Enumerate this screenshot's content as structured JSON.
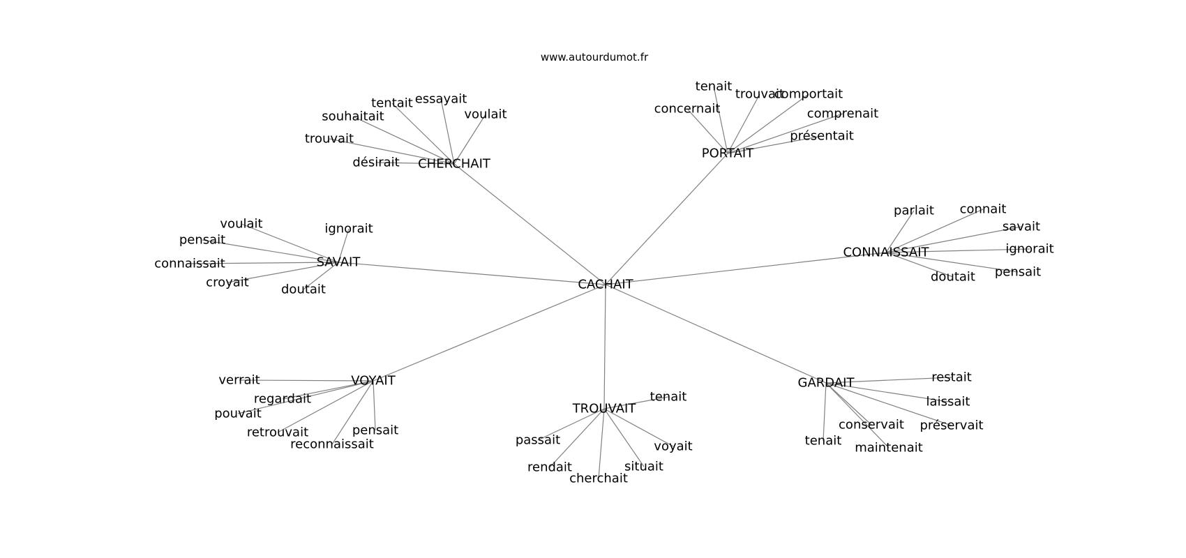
{
  "watermark": "www.autourdumot.fr",
  "center": {
    "word": "CACHAIT"
  },
  "clusters": [
    {
      "hub": "CHERCHAIT",
      "leaves": [
        "essayait",
        "tentait",
        "voulait",
        "souhaitait",
        "trouvait",
        "désirait"
      ]
    },
    {
      "hub": "PORTAIT",
      "leaves": [
        "tenait",
        "trouvait",
        "comportait",
        "concernait",
        "comprenait",
        "présentait"
      ]
    },
    {
      "hub": "SAVAIT",
      "leaves": [
        "voulait",
        "ignorait",
        "pensait",
        "connaissait",
        "croyait",
        "doutait"
      ]
    },
    {
      "hub": "CONNAISSAIT",
      "leaves": [
        "parlait",
        "connait",
        "savait",
        "ignorait",
        "pensait",
        "doutait"
      ]
    },
    {
      "hub": "VOYAIT",
      "leaves": [
        "verrait",
        "regardait",
        "pouvait",
        "retrouvait",
        "pensait",
        "reconnaissait"
      ]
    },
    {
      "hub": "TROUVAIT",
      "leaves": [
        "tenait",
        "passait",
        "voyait",
        "situait",
        "rendait",
        "cherchait"
      ]
    },
    {
      "hub": "GARDAIT",
      "leaves": [
        "restait",
        "laissait",
        "conservait",
        "préservait",
        "tenait",
        "maintenait"
      ]
    }
  ]
}
